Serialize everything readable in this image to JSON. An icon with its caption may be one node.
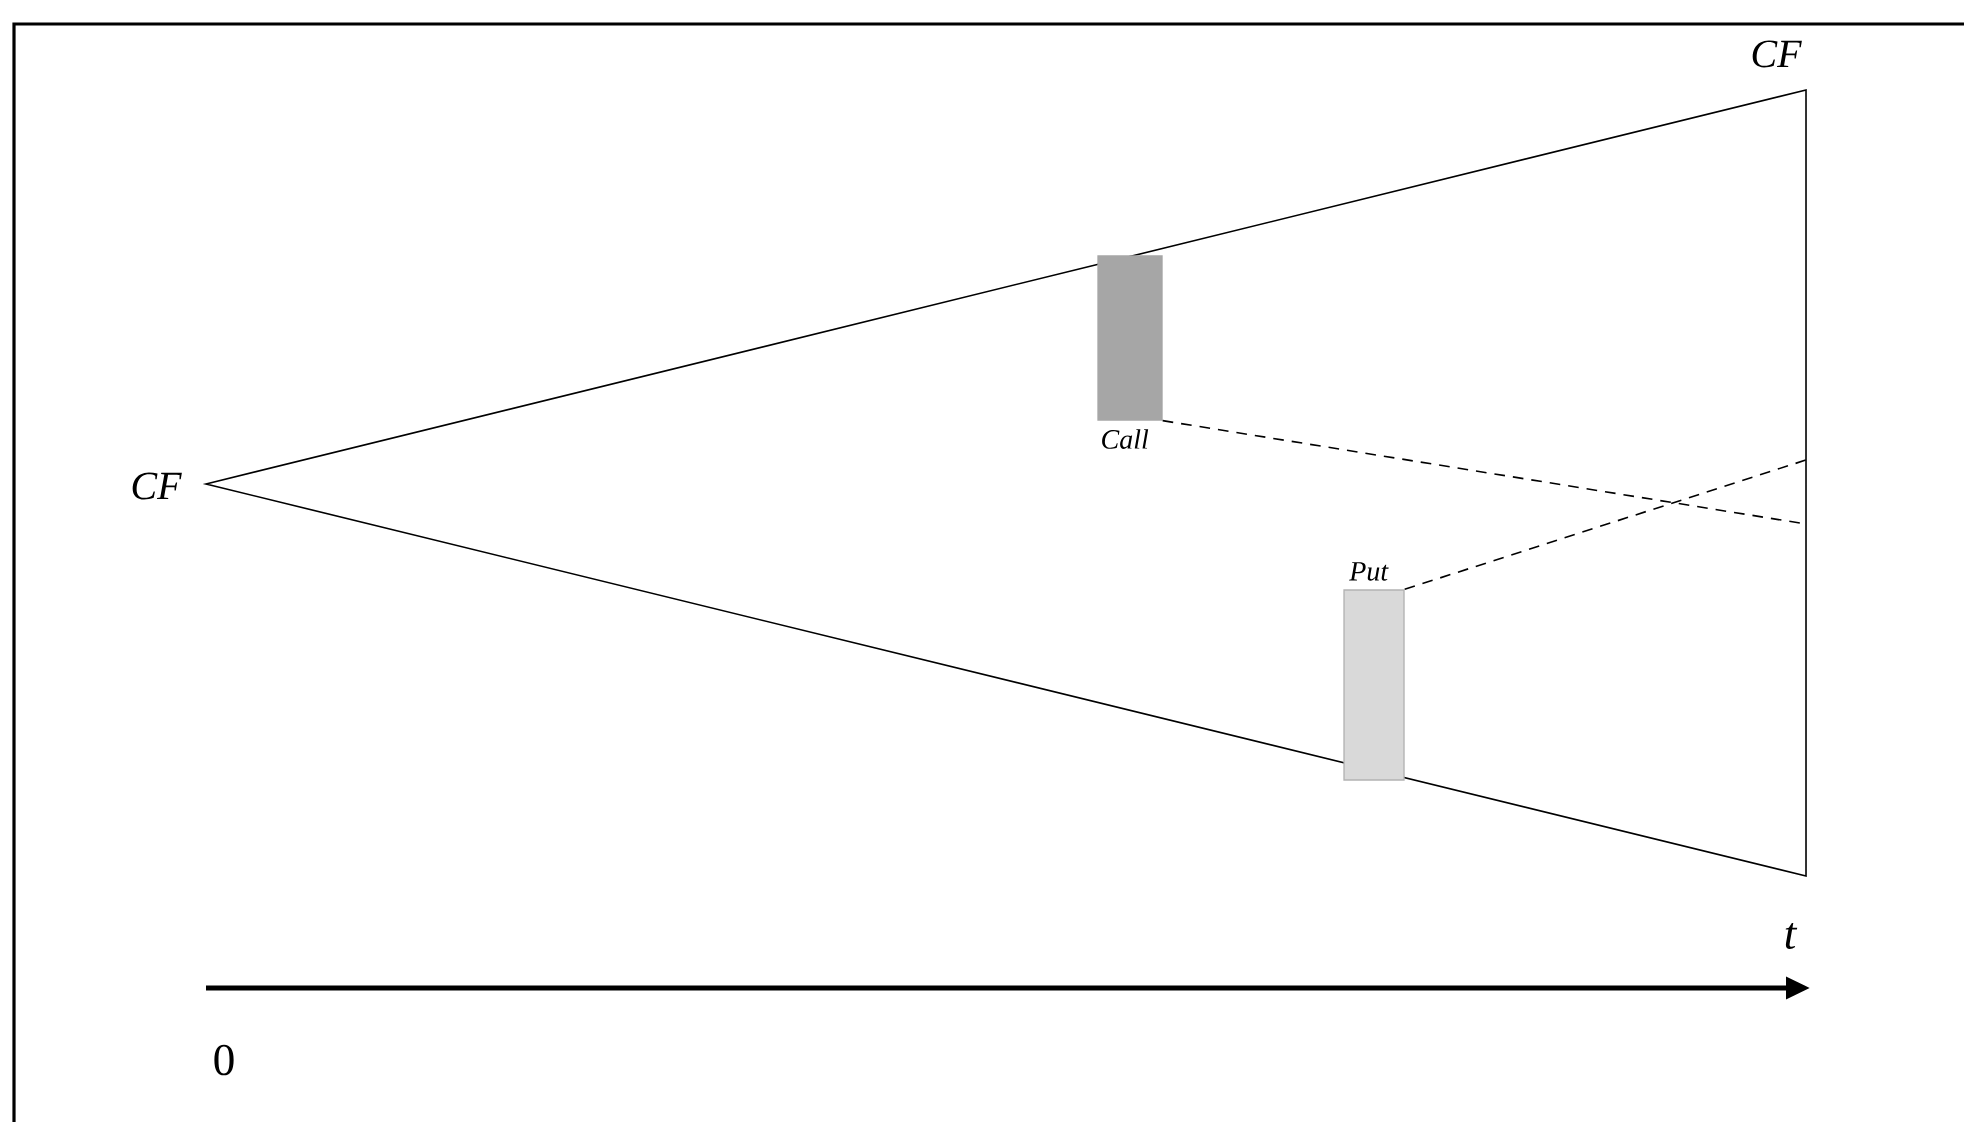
{
  "diagram": {
    "nodes": [
      {
        "text": [
          "CF"
        ]
      },
      {
        "text": [
          "CF"
        ]
      },
      {
        "text": [
          "Call"
        ]
      },
      {
        "text": [
          "Put"
        ]
      }
    ],
    "edges": [
      {
        "from": 2,
        "to": null,
        "arrow": "none",
        "style": "dashed"
      },
      {
        "from": 3,
        "to": null,
        "arrow": "none",
        "style": "dashed"
      }
    ],
    "labels": [
      "t",
      "0"
    ]
  }
}
